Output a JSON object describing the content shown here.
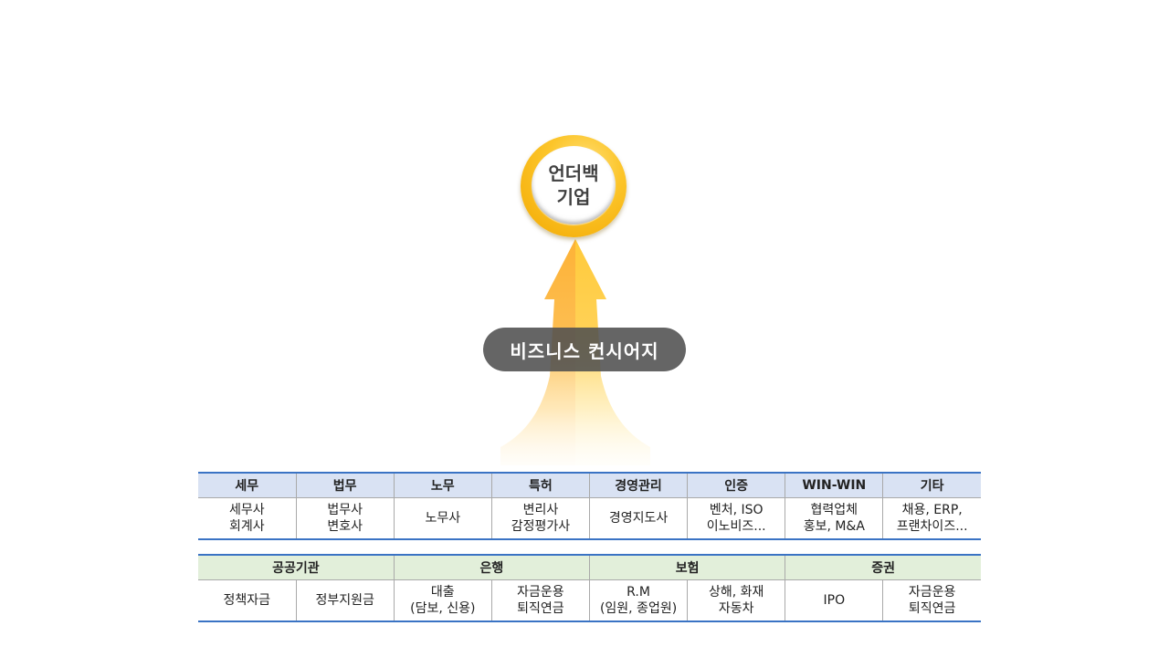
{
  "circle": {
    "line1": "언더백",
    "line2": "기업"
  },
  "arrow": {
    "direction": "up",
    "colors": {
      "left": "#fdb236",
      "right": "#ffca3a"
    }
  },
  "pill": {
    "label": "비즈니스 컨시어지"
  },
  "table_services": {
    "header_bg": "#d9e2f3",
    "border_color": "#3a73c4",
    "headers": [
      "세무",
      "법무",
      "노무",
      "특허",
      "경영관리",
      "인증",
      "WIN-WIN",
      "기타"
    ],
    "cells": [
      [
        "세무사",
        "회계사"
      ],
      [
        "법무사",
        "변호사"
      ],
      [
        "노무사"
      ],
      [
        "변리사",
        "감정평가사"
      ],
      [
        "경영지도사"
      ],
      [
        "벤처, ISO",
        "이노비즈..."
      ],
      [
        "협력업체",
        "홍보, M&A"
      ],
      [
        "채용, ERP,",
        "프랜차이즈..."
      ]
    ]
  },
  "table_finance": {
    "header_bg": "#e2efda",
    "border_color": "#3a73c4",
    "groups": [
      "공공기관",
      "은행",
      "보험",
      "증권"
    ],
    "cells": [
      [
        "정책자금"
      ],
      [
        "정부지원금"
      ],
      [
        "대출",
        "(담보, 신용)"
      ],
      [
        "자금운용",
        "퇴직연금"
      ],
      [
        "R.M",
        "(임원, 종업원)"
      ],
      [
        "상해, 화재",
        "자동차"
      ],
      [
        "IPO"
      ],
      [
        "자금운용",
        "퇴직연금"
      ]
    ]
  }
}
